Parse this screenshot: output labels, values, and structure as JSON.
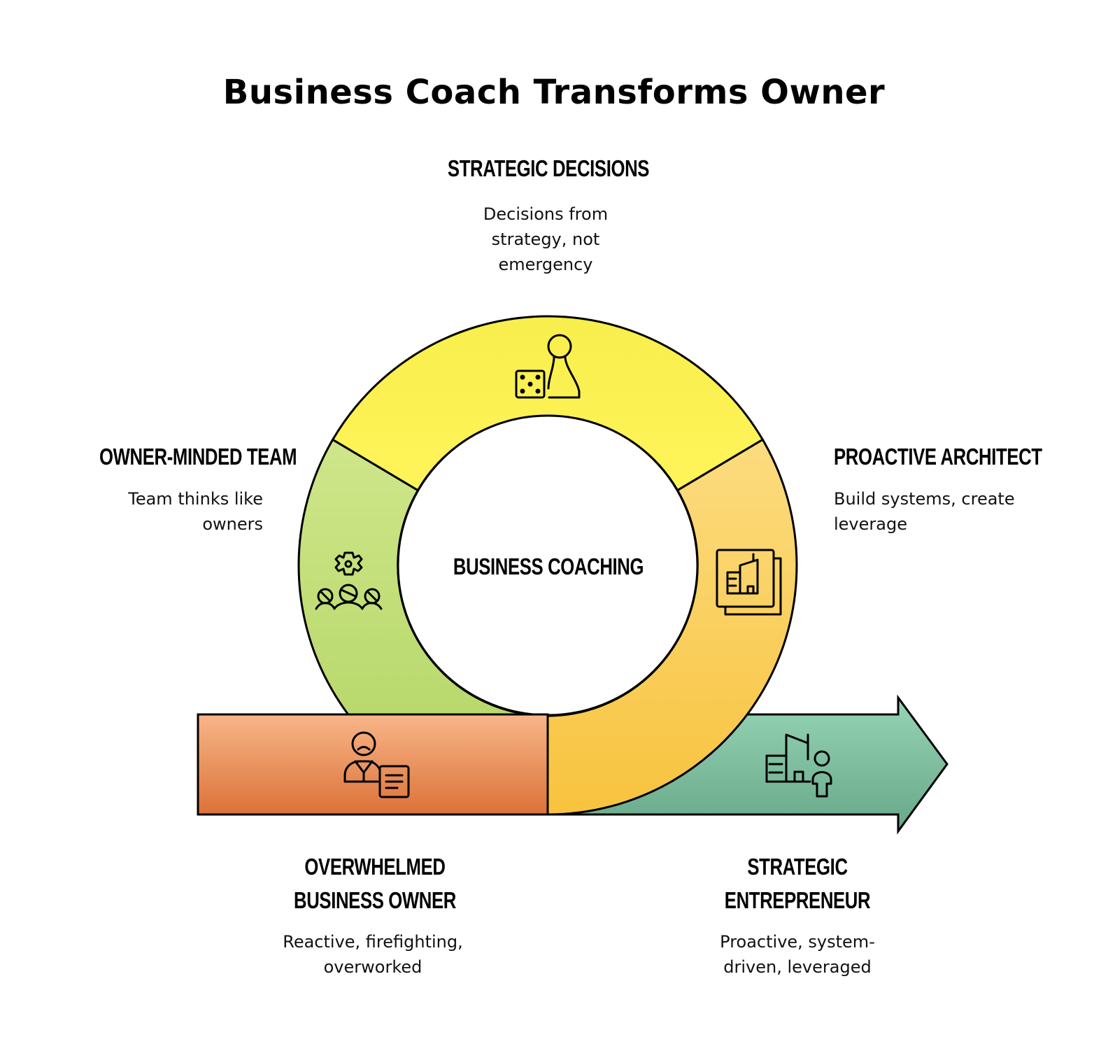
{
  "title": "Business Coach Transforms Owner",
  "center_label": "BUSINESS COACHING",
  "stages": {
    "strategic_decisions": {
      "heading": "STRATEGIC DECISIONS",
      "description_lines": [
        "Decisions from",
        "strategy, not",
        "emergency"
      ],
      "icon": "dice-chess-pawn-icon",
      "color": "#fbf04a"
    },
    "owner_minded_team": {
      "heading": "OWNER-MINDED TEAM",
      "description_lines": [
        "Team thinks like",
        "owners"
      ],
      "icon": "team-gear-icon",
      "color": "#bfdc72"
    },
    "proactive_architect": {
      "heading": "PROACTIVE ARCHITECT",
      "description_lines": [
        "Build systems, create",
        "leverage"
      ],
      "icon": "building-blueprint-icon",
      "color": "#fbd468"
    },
    "overwhelmed_owner": {
      "heading_lines": [
        "OVERWHELMED",
        "BUSINESS OWNER"
      ],
      "description_lines": [
        "Reactive, firefighting,",
        "overworked"
      ],
      "icon": "stressed-person-document-icon",
      "color": "#e9895a"
    },
    "strategic_entrepreneur": {
      "heading_lines": [
        "STRATEGIC",
        "ENTREPRENEUR"
      ],
      "description_lines": [
        "Proactive, system-",
        "driven, leveraged"
      ],
      "icon": "person-buildings-icon",
      "color": "#7fbb9f"
    }
  }
}
